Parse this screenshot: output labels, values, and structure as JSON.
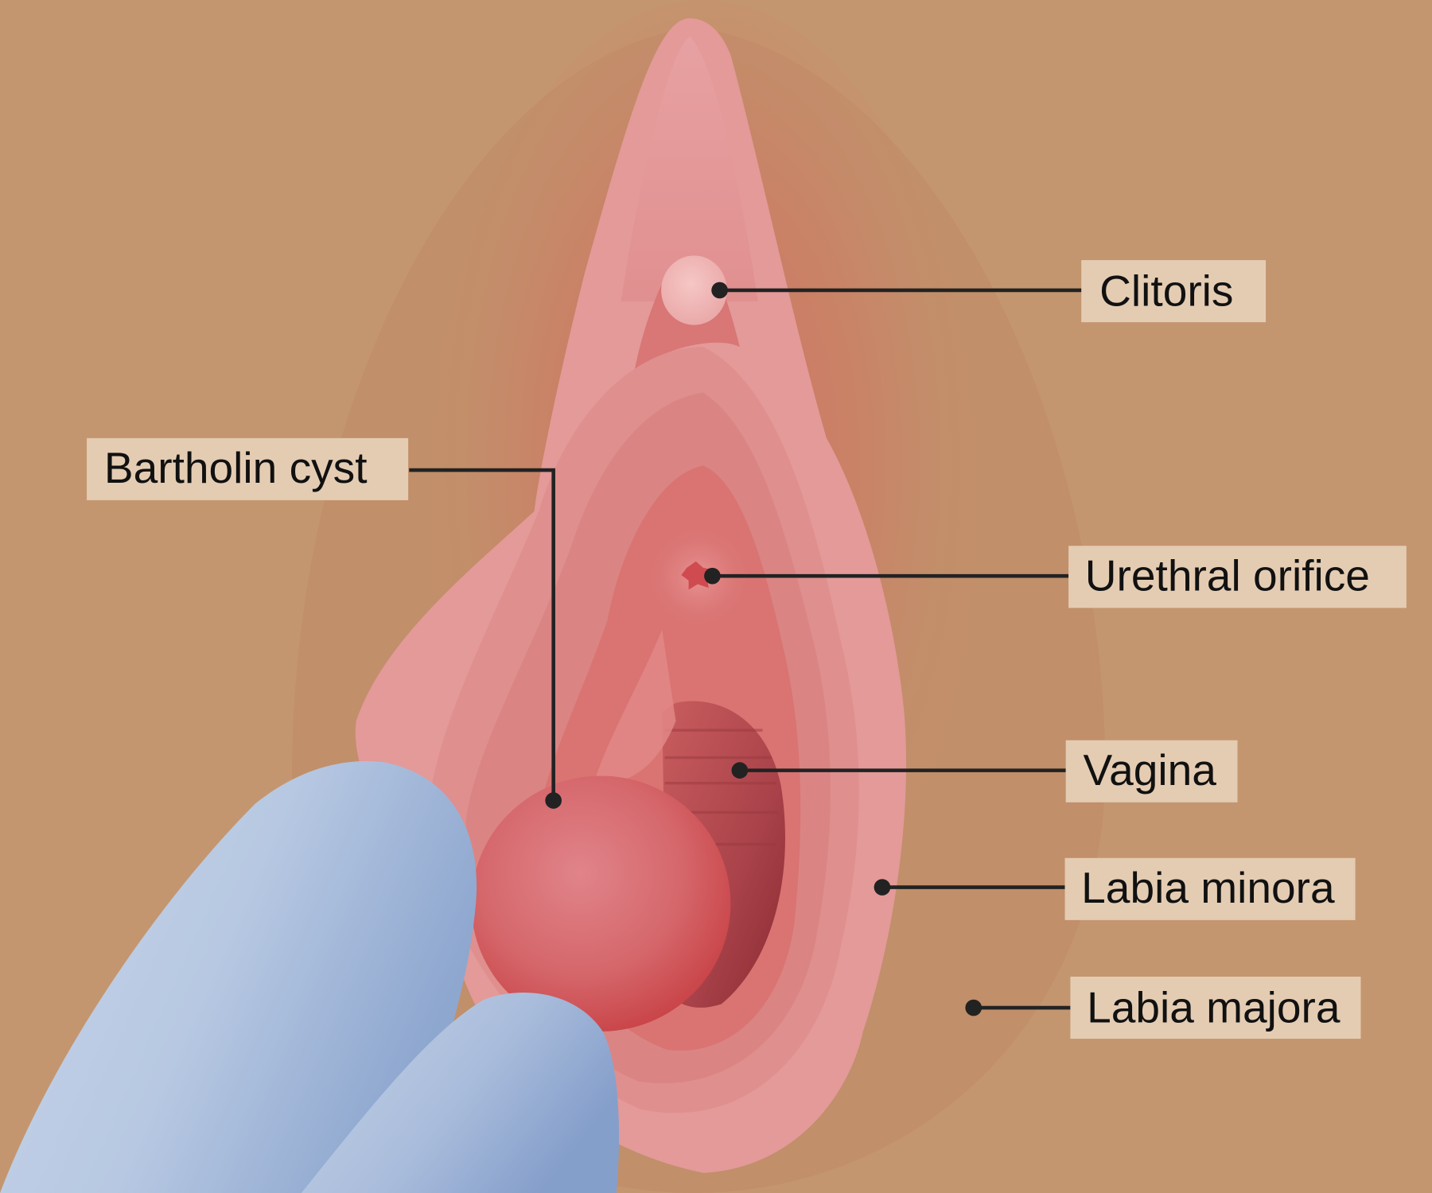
{
  "diagram": {
    "subject": "Bartholin cyst anatomy",
    "colors": {
      "skin": "#c4966f",
      "skin_shadow": "#c08562",
      "labia_majora_inner": "#d98a7a",
      "labia_minora": "#e39a99",
      "mucosa": "#dc8583",
      "vestibule": "#d97472",
      "vaginal_canal": "#b24a4c",
      "cyst": "#d6666a",
      "glove": "#b9c9e3",
      "glove_shadow": "#8ba4cc",
      "label_bg": "#e4ccb3",
      "leader_line": "#222222"
    },
    "labels": [
      {
        "id": "clitoris",
        "text": "Clitoris"
      },
      {
        "id": "bartholin-cyst",
        "text": "Bartholin cyst"
      },
      {
        "id": "urethral-orifice",
        "text": "Urethral orifice"
      },
      {
        "id": "vagina",
        "text": "Vagina"
      },
      {
        "id": "labia-minora",
        "text": "Labia minora"
      },
      {
        "id": "labia-majora",
        "text": "Labia majora"
      }
    ]
  }
}
